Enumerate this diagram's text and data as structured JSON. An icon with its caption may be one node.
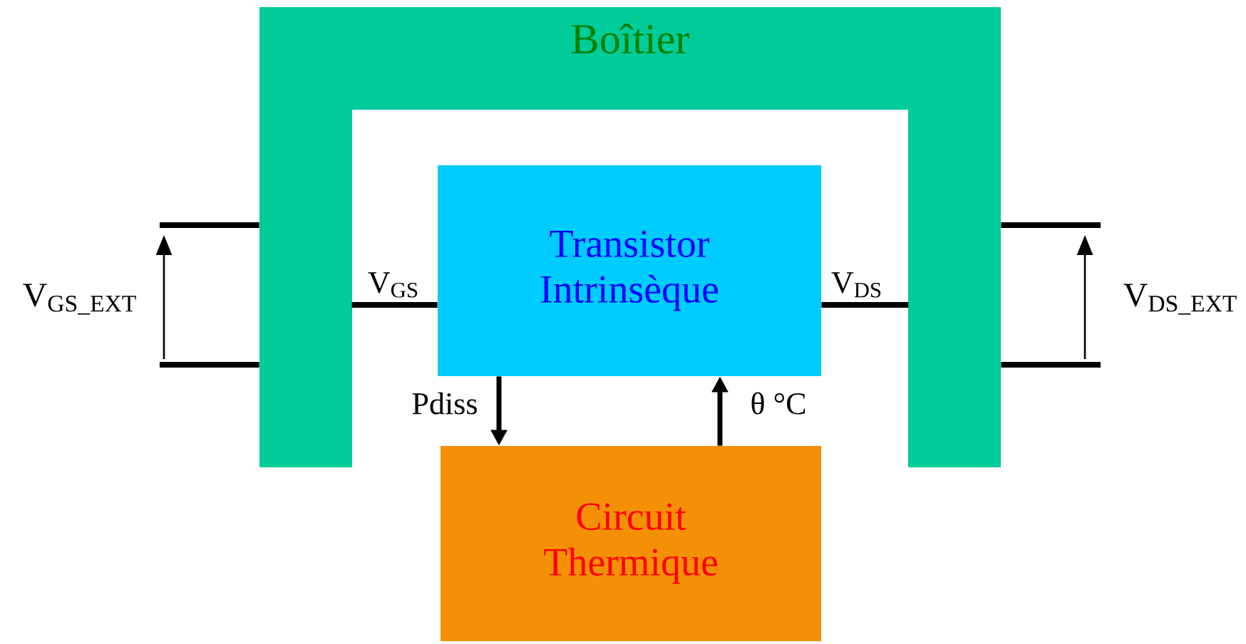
{
  "diagram": {
    "nodes": [
      {
        "text": [
          "Boîtier"
        ]
      },
      {
        "text": [
          "Transistor Intrinsèque"
        ],
        "in": 0
      },
      {
        "text": [
          "Circuit Thermique"
        ]
      }
    ],
    "edges": [
      {
        "from": 1,
        "to": 0,
        "arrow": "none",
        "label": "V$_{GS}$"
      },
      {
        "from": 1,
        "to": 0,
        "arrow": "none",
        "label": "V$_{DS}$"
      },
      {
        "from": 1,
        "to": 2,
        "arrow": "to",
        "label": "Pdiss"
      },
      {
        "from": 2,
        "to": 1,
        "arrow": "to",
        "label": "θ °C"
      },
      {
        "from": 0,
        "to": null,
        "arrow": "none"
      },
      {
        "from": 0,
        "to": null,
        "arrow": "none"
      },
      {
        "from": 0,
        "to": null,
        "arrow": "none"
      },
      {
        "from": 0,
        "to": null,
        "arrow": "none"
      }
    ],
    "labels": [
      "V$_{GS_EXT}$",
      "V$_{DS_EXT}$"
    ]
  }
}
